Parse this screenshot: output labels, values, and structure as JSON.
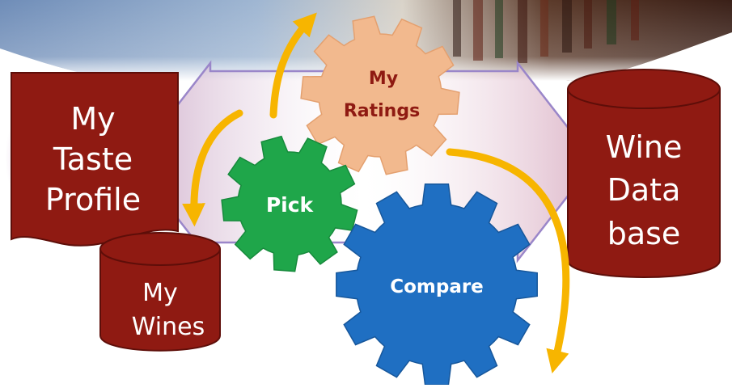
{
  "diagram": {
    "taste_profile": {
      "line1": "My",
      "line2": "Taste",
      "line3": "Profile"
    },
    "my_wines": {
      "line1": "My",
      "line2": "Wines"
    },
    "wine_database": {
      "line1": "Wine",
      "line2": "Data",
      "line3": "base"
    },
    "gears": {
      "ratings": {
        "line1": "My",
        "line2": "Ratings"
      },
      "pick": {
        "label": "Pick"
      },
      "compare": {
        "label": "Compare"
      }
    }
  },
  "colors": {
    "wine_red": "#8f1a12",
    "wine_red_border": "#5e0e09",
    "gear_tan": "#f2b98e",
    "gear_green": "#1fa64a",
    "gear_blue": "#1f6fc2",
    "arrow_gold": "#f7b500",
    "band_purple": "#9a86c9"
  }
}
